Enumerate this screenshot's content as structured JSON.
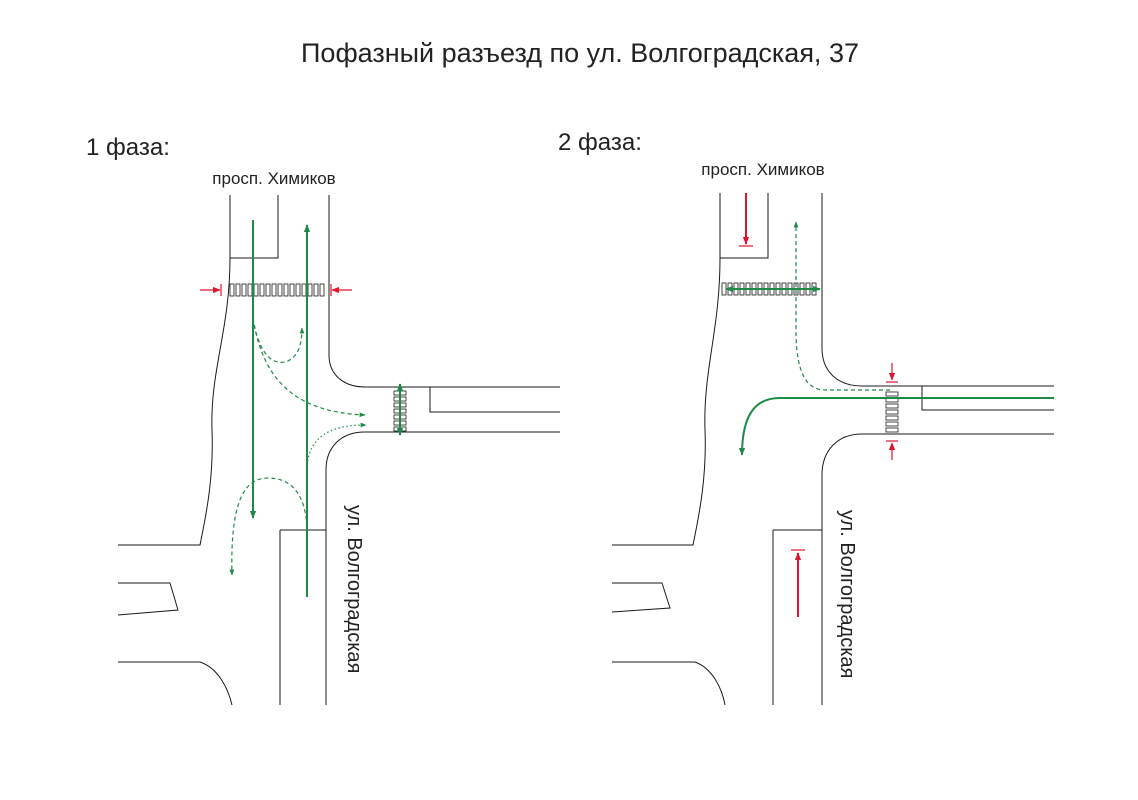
{
  "title": "Пофазный разъезд по ул. Волгоградская, 37",
  "phases": [
    {
      "label": "1 фаза:",
      "top_street": "просп. Химиков",
      "side_street": "ул. Волгоградская"
    },
    {
      "label": "2 фаза:",
      "top_street": "просп. Химиков",
      "side_street": "ул. Волгоградская"
    }
  ],
  "colors": {
    "allowed": "#1e8a46",
    "stop": "#e0152b",
    "road": "#1a1a1a"
  }
}
